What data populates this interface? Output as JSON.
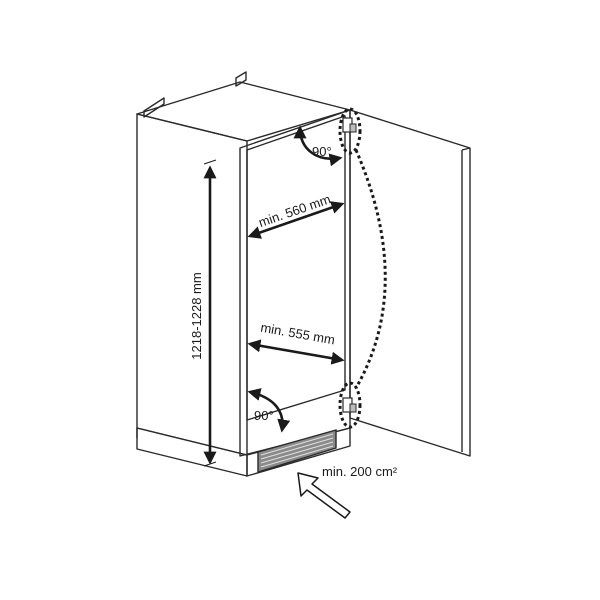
{
  "diagram": {
    "labels": {
      "height": "1218-1228 mm",
      "width_top": "min. 560 mm",
      "width_bottom": "min. 555 mm",
      "angle_top": "90°",
      "angle_bottom": "90°",
      "vent_area": "min. 200 cm²"
    },
    "colors": {
      "line": "#2a2a2a",
      "side_fill": "#ededed",
      "top_fill": "#f6f6f6",
      "base_fill": "#d9d9d9",
      "vent_fill": "#8a8a8a",
      "door_fill": "#ffffff"
    }
  }
}
